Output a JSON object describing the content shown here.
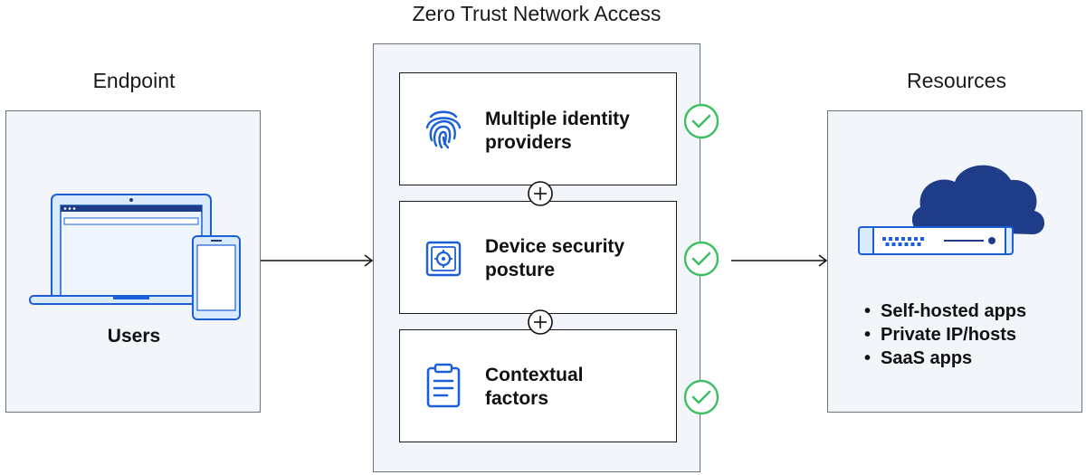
{
  "endpoint": {
    "title": "Endpoint",
    "label": "Users"
  },
  "ztna": {
    "title": "Zero Trust Network Access",
    "cards": [
      {
        "line1": "Multiple identity",
        "line2": "providers",
        "icon": "fingerprint-icon"
      },
      {
        "line1": "Device security",
        "line2": "posture",
        "icon": "safe-icon"
      },
      {
        "line1": "Contextual",
        "line2": "factors",
        "icon": "clipboard-icon"
      }
    ]
  },
  "resources": {
    "title": "Resources",
    "items": [
      "Self-hosted apps",
      "Private IP/hosts",
      "SaaS apps"
    ]
  },
  "colors": {
    "accent_blue": "#1a5ed8",
    "navy": "#1f3c88",
    "check_green": "#3fbf63",
    "panel_bg": "#f2f6fb",
    "light_blue": "#d9eafb"
  }
}
